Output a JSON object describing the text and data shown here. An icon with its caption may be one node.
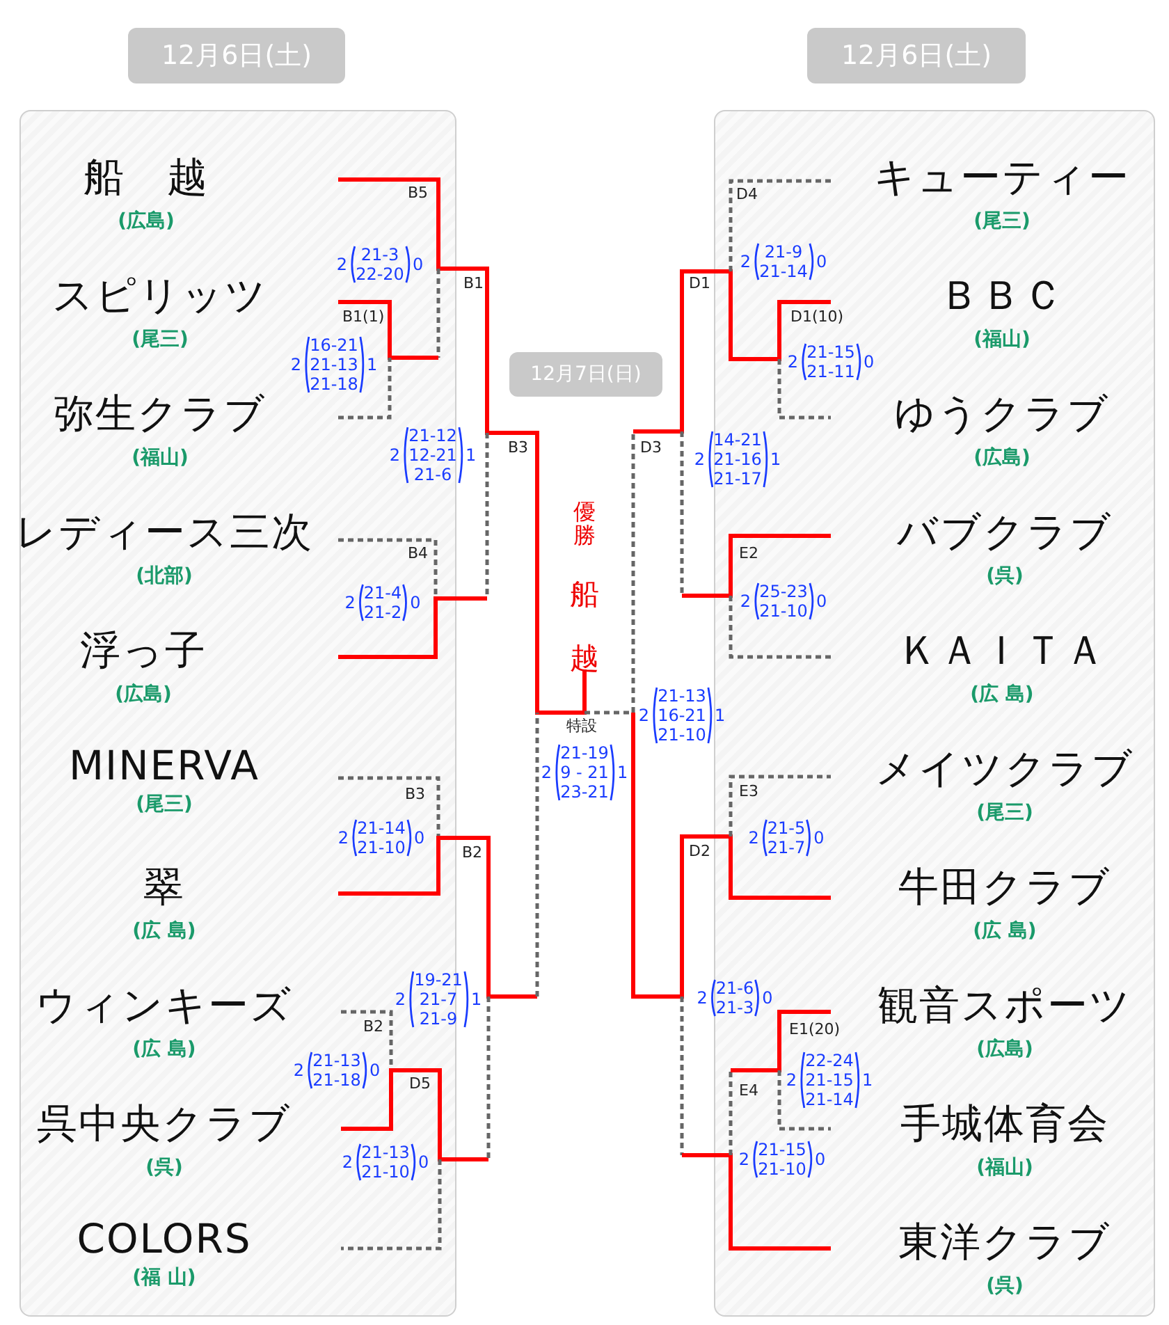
{
  "diagram": {
    "nodes": [
      {
        "text": [
          "12月6日(土)"
        ]
      },
      {
        "text": [
          "12月6日(土)"
        ]
      },
      {
        "text": [
          "12月7日(日)"
        ]
      },
      {
        "text": [
          "船　越",
          "(広島)"
        ]
      },
      {
        "text": [
          "スピリッツ",
          "(尾三)"
        ]
      },
      {
        "text": [
          "弥生クラブ",
          "(福山)"
        ]
      },
      {
        "text": [
          "レディース三次",
          "(北部)"
        ]
      },
      {
        "text": [
          "浮っ子",
          "(広島)"
        ]
      },
      {
        "text": [
          "MINERVA",
          "(尾三)"
        ]
      },
      {
        "text": [
          "翠",
          "(広 島)"
        ]
      },
      {
        "text": [
          "ウィンキーズ",
          "(広 島)"
        ]
      },
      {
        "text": [
          "呉中央クラブ",
          "(呉)"
        ]
      },
      {
        "text": [
          "COLORS",
          "(福 山)"
        ]
      },
      {
        "text": [
          "キューティー",
          "(尾三)"
        ]
      },
      {
        "text": [
          "ＢＢＣ",
          "(福山)"
        ]
      },
      {
        "text": [
          "ゆうクラブ",
          "(広島)"
        ]
      },
      {
        "text": [
          "バブクラブ",
          "(呉)"
        ]
      },
      {
        "text": [
          "ＫＡＩＴＡ",
          "(広 島)"
        ]
      },
      {
        "text": [
          "メイツクラブ",
          "(尾三)"
        ]
      },
      {
        "text": [
          "牛田クラブ",
          "(広 島)"
        ]
      },
      {
        "text": [
          "観音スポーツ",
          "(広島)"
        ]
      },
      {
        "text": [
          "手城体育会",
          "(福山)"
        ]
      },
      {
        "text": [
          "東洋クラブ",
          "(呉)"
        ]
      }
    ],
    "labels": [
      "B5",
      "2",
      "21-3",
      "22-20",
      "0",
      "B1",
      "B1(1)",
      "2",
      "16-21",
      "21-13",
      "21-18",
      "1",
      "B3",
      "2",
      "21-12",
      "12-21",
      "21-6",
      "1",
      "B4",
      "2",
      "21-4",
      "21-2",
      "0",
      "B3",
      "2",
      "21-14",
      "21-10",
      "0",
      "B2",
      "2",
      "19-21",
      "21-7",
      "21-9",
      "1",
      "B2",
      "2",
      "21-13",
      "21-18",
      "0",
      "D5",
      "2",
      "21-13",
      "21-10",
      "0",
      "優勝",
      "船越",
      "特設",
      "2",
      "21-19",
      "9 - 21",
      "23-21",
      "1",
      "D4",
      "2",
      "21-9",
      "21-14",
      "0",
      "D1",
      "D1(10)",
      "2",
      "21-15",
      "21-11",
      "0",
      "D3",
      "2",
      "14-21",
      "21-16",
      "21-17",
      "1",
      "E2",
      "2",
      "25-23",
      "21-10",
      "0",
      "2",
      "21-13",
      "16-21",
      "21-10",
      "1",
      "E3",
      "2",
      "21-5",
      "21-7",
      "0",
      "D2",
      "2",
      "21-6",
      "21-3",
      "0",
      "E1(20)",
      "2",
      "22-24",
      "21-15",
      "21-14",
      "1",
      "E4",
      "2",
      "21-15",
      "21-10",
      "0"
    ]
  }
}
